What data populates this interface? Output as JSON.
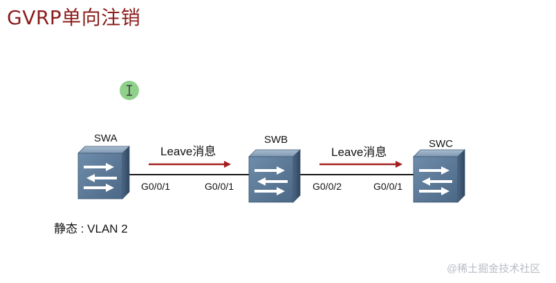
{
  "title": "GVRP单向注销",
  "devices": {
    "swa": "SWA",
    "swb": "SWB",
    "swc": "SWC"
  },
  "ports": {
    "swa_right": "G0/0/1",
    "swb_left": "G0/0/1",
    "swb_right": "G0/0/2",
    "swc_left": "G0/0/1"
  },
  "messages": {
    "msg1": "Leave消息",
    "msg2": "Leave消息"
  },
  "static_note": "静态 : VLAN 2",
  "watermark": "@稀土掘金技术社区",
  "colors": {
    "title": "#8b1c1c",
    "arrow": "#a51e1e",
    "switch_body": "#5e7e9c"
  },
  "icons": {
    "switch": "switch-icon",
    "cursor": "text-cursor-icon"
  }
}
